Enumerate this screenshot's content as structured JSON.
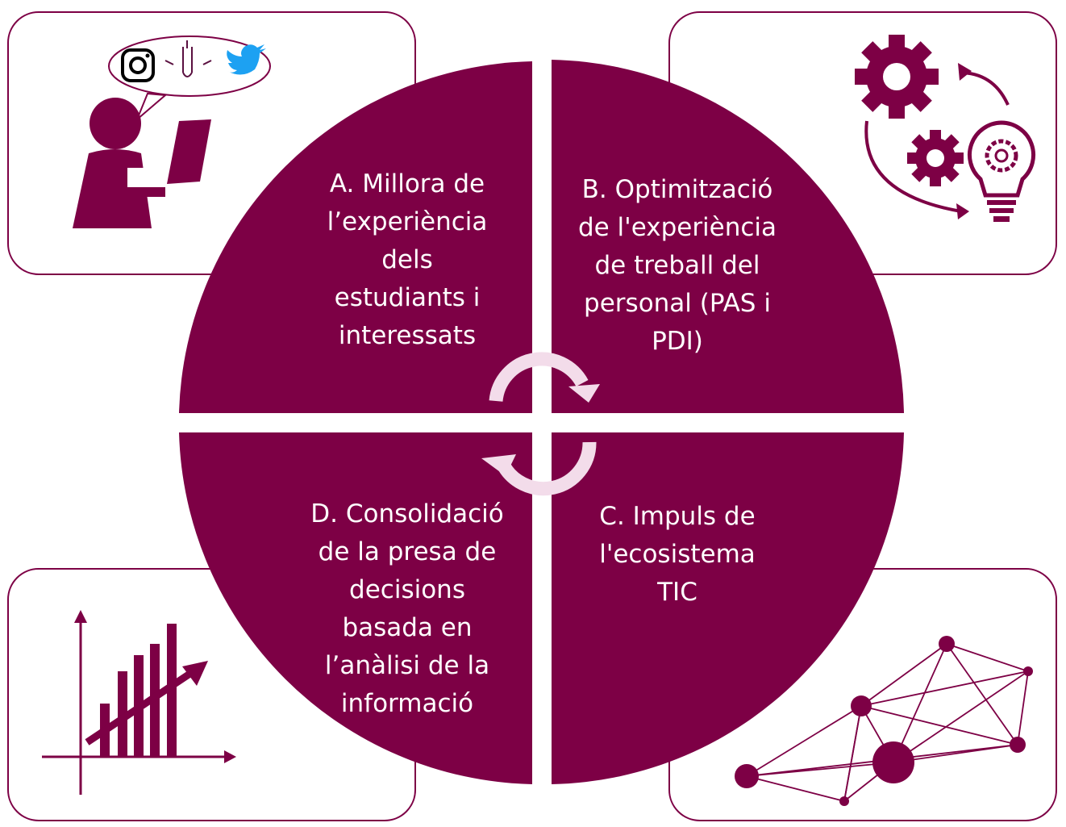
{
  "colors": {
    "quadrant": "#7d0045",
    "border": "#7d0045",
    "arrow": "#f3dcea",
    "icon": "#7d0045"
  },
  "quadrants": {
    "a": {
      "lines": [
        "A. Millora de",
        "l’experiència",
        "dels",
        "estudiants i",
        "interessats"
      ]
    },
    "b": {
      "lines": [
        "B. Optimització",
        "de l'experiència",
        "de treball del",
        "personal (PAS i",
        "PDI)"
      ]
    },
    "c": {
      "lines": [
        "C. Impuls de",
        "l'ecosistema",
        "TIC"
      ]
    },
    "d": {
      "lines": [
        "D. Consolidació",
        "de la presa de",
        "decisions",
        "basada en",
        "l’anàlisi de la",
        "informació"
      ]
    }
  },
  "icons": {
    "top_left": [
      "instagram-icon",
      "university-logo-icon",
      "twitter-icon",
      "person-laptop-icon"
    ],
    "top_right": [
      "gears-cycle-icon",
      "lightbulb-gear-icon"
    ],
    "bottom_left": [
      "growth-chart-icon"
    ],
    "bottom_right": [
      "network-graph-icon"
    ]
  }
}
